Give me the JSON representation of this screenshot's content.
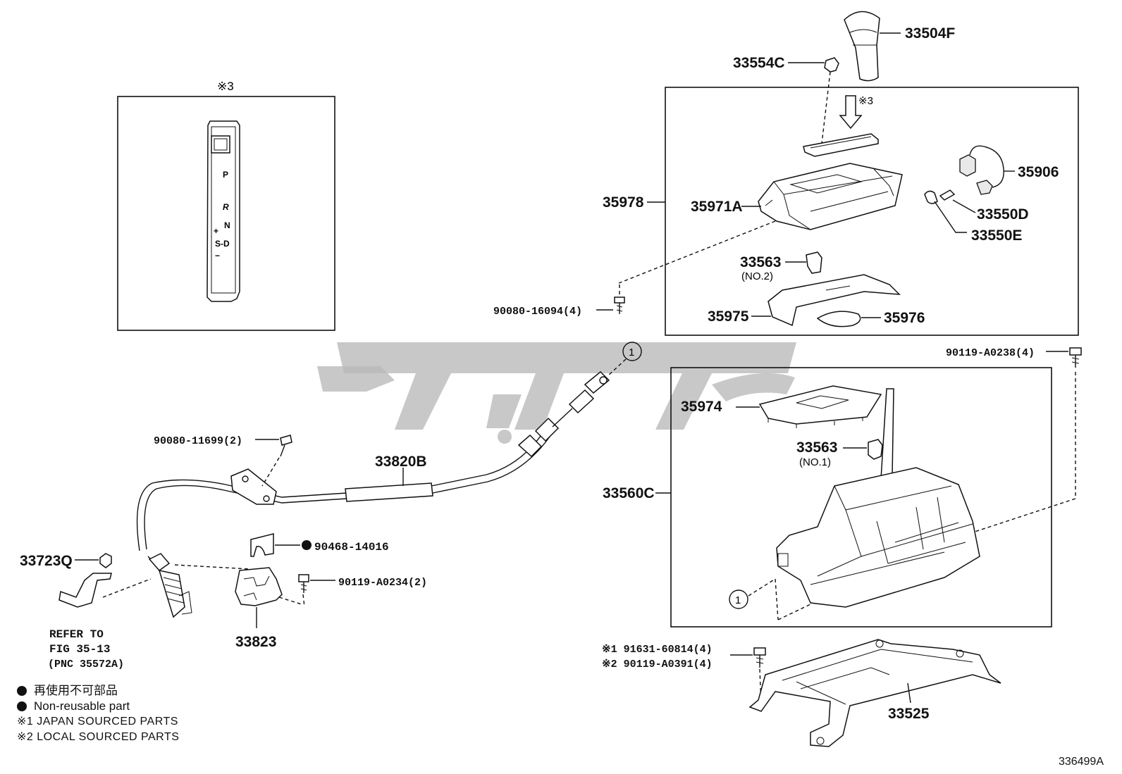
{
  "inset": {
    "note_mark": "※3",
    "gate_letters": {
      "p": "P",
      "r": "R",
      "n": "N",
      "plus": "+",
      "sd": "S-D",
      "minus": "−"
    }
  },
  "top_assembly": {
    "arrow_note": "※3",
    "labels": {
      "knob": "33504F",
      "button": "33554C",
      "wire": "35906",
      "bulb_a": "33550D",
      "bulb_b": "33550E",
      "housing": "35971A",
      "assembly": "35978",
      "clip": "33563",
      "clip_no": "(NO.2)",
      "cover": "35975",
      "cover_plate": "35976"
    }
  },
  "lower_assembly": {
    "labels": {
      "bolt_right": "90119-A0238(4)",
      "plate": "35974",
      "clip": "33563",
      "clip_no": "(NO.1)",
      "shifter": "33560C",
      "circle_ref": "1",
      "base_note1": "※1  91631-60814(4)",
      "base_note2": "※2  90119-A0391(4)",
      "bracket": "33525"
    }
  },
  "cable_area": {
    "labels": {
      "screw_top": "90080-16094(4)",
      "circle_ref": "1",
      "cable": "33820B",
      "screw_left": "90080-11699(2)",
      "nut": "33723Q",
      "clip_nonreuse": "90468-14016",
      "bolt_mid": "90119-A0234(2)",
      "retainer": "33823",
      "refer_line1": "REFER TO",
      "refer_line2": "FIG 35-13",
      "refer_line3": "(PNC 35572A)"
    }
  },
  "legend": {
    "jp": "再使用不可部品",
    "en": "Non-reusable part",
    "note1": "※1 JAPAN SOURCED PARTS",
    "note2": "※2 LOCAL SOURCED PARTS"
  },
  "figure_number": "336499A",
  "colors": {
    "line": "#111111",
    "watermark": "#b8b8b8",
    "background": "#ffffff"
  }
}
